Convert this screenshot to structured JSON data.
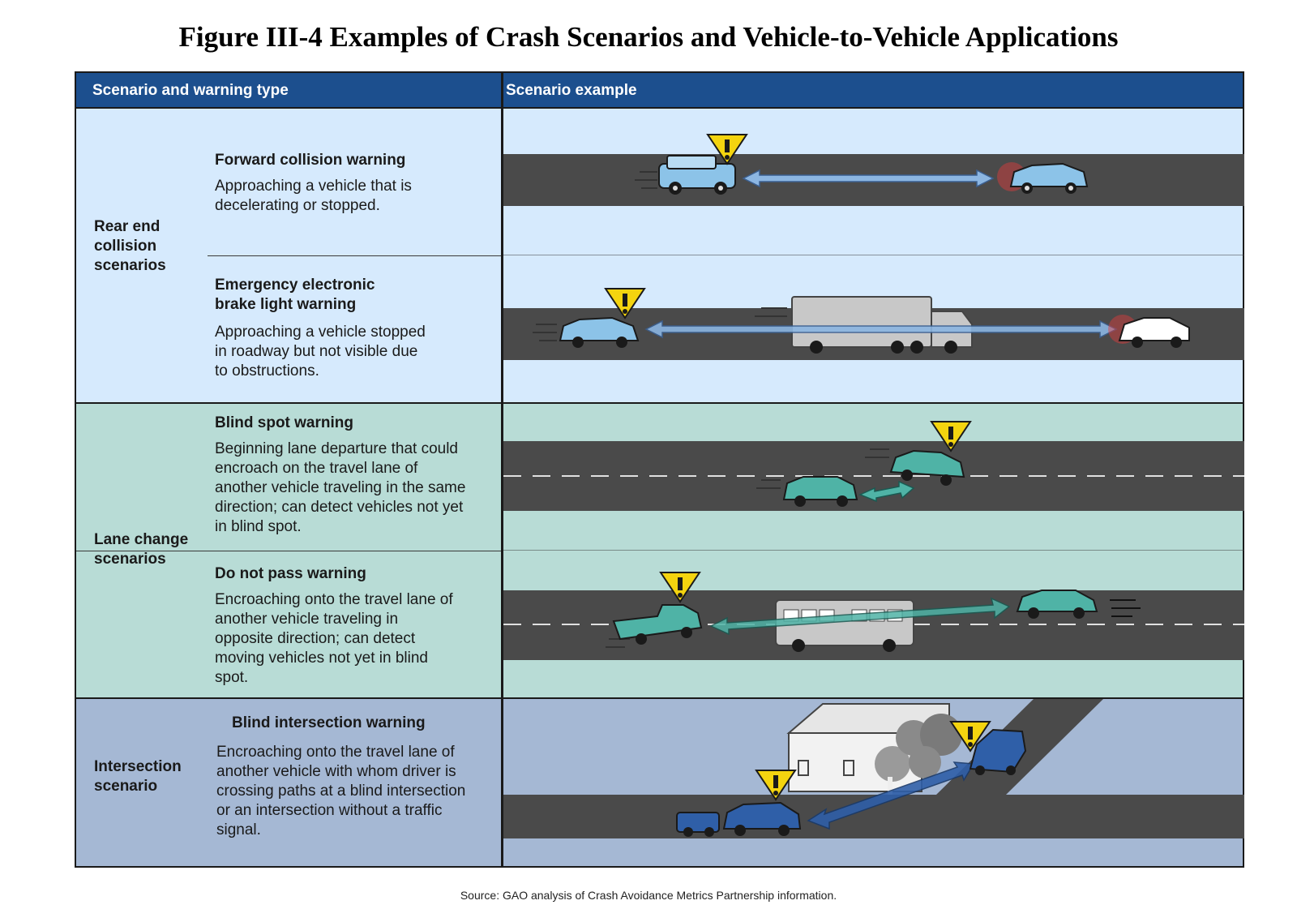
{
  "title": "Figure III-4 Examples of Crash Scenarios and Vehicle-to-Vehicle Applications",
  "header": {
    "col1": "Scenario and warning type",
    "col2": "Scenario example"
  },
  "groups": {
    "rear_end": {
      "category": "Rear end collision scenarios",
      "color": "#d6eafd",
      "warnings": [
        {
          "title": "Forward collision warning",
          "description": "Approaching a vehicle that is decelerating or stopped."
        },
        {
          "title": "Emergency electronic brake light warning",
          "description": "Approaching a vehicle stopped in roadway but not visible due to obstructions."
        }
      ]
    },
    "lane_change": {
      "category": "Lane change scenarios",
      "color": "#b8dcd6",
      "warnings": [
        {
          "title": "Blind spot warning",
          "description": "Beginning lane departure that could encroach on the travel lane of another vehicle traveling in the same direction; can detect vehicles not yet in blind spot."
        },
        {
          "title": "Do not pass warning",
          "description": "Encroaching onto the travel lane of another vehicle traveling in opposite direction; can detect moving vehicles not yet in blind spot."
        }
      ]
    },
    "intersection": {
      "category": "Intersection scenario",
      "color": "#a5b8d4",
      "warnings": [
        {
          "title": "Blind intersection warning",
          "description": "Encroaching onto the travel lane of another vehicle with whom driver is crossing paths at a blind intersection or an intersection without a traffic signal."
        }
      ]
    }
  },
  "icons": {
    "warning": "warning-triangle-icon",
    "car": "car-icon",
    "truck": "truck-icon",
    "bus": "bus-icon"
  },
  "colors": {
    "header_bg": "#1c4f8e",
    "road": "#4a4a4a",
    "warning_yellow": "#f4d40f",
    "car_blue": "#8cc3e8",
    "car_teal": "#4fb3a6",
    "car_dark_blue": "#2f5fa8"
  },
  "source": "Source: GAO analysis of Crash Avoidance Metrics Partnership information."
}
